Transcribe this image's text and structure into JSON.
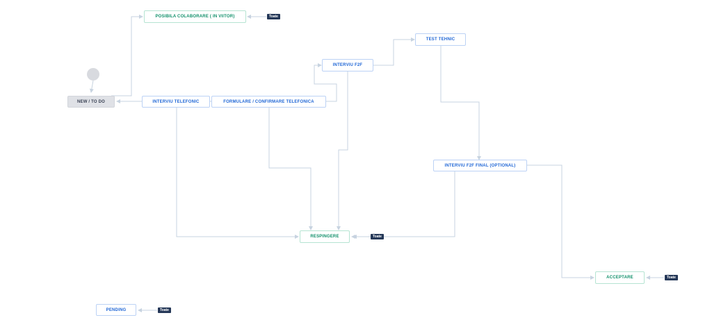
{
  "statuses": {
    "posibila": "POSIBILA COLABORARE ( IN VIITOR)",
    "new_todo": "NEW / TO DO",
    "interviu_telefonic": "INTERVIU TELEFONIC",
    "formulare": "FORMULARE / CONFIRMARE TELEFONICA",
    "interviu_f2f": "INTERVIU F2F",
    "test_tehnic": "TEST TEHNIC",
    "interviu_f2f_final": "INTERVIU F2F FINAL (OPTIONAL)",
    "respingere": "RESPINGERE",
    "acceptare": "ACCEPTARE",
    "pending": "PENDING"
  },
  "global_transition_label": "Toate",
  "colors": {
    "in_progress": "#1f66d6",
    "done": "#10906a",
    "todo_bg": "#dfe1e6",
    "tag_bg": "#253858",
    "connector": "#c7d3e0"
  }
}
